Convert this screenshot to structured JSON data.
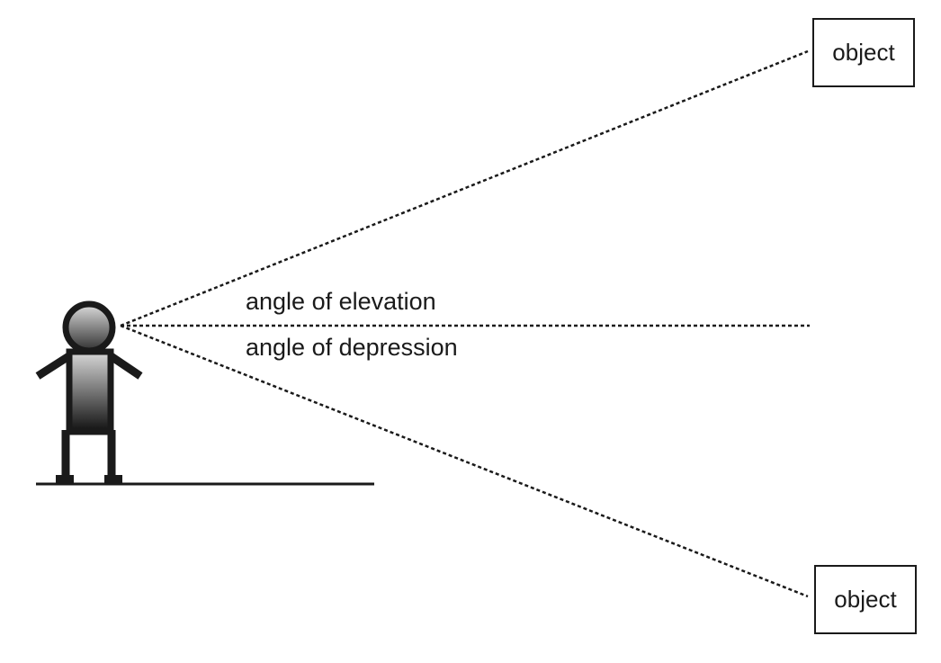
{
  "labels": {
    "elevation": "angle of elevation",
    "depression": "angle of depression",
    "object_top": "object",
    "object_bottom": "object"
  },
  "colors": {
    "ink": "#1a1a1a",
    "figure_gradient_light": "#d8d8d8",
    "figure_gradient_dark": "#111111"
  }
}
